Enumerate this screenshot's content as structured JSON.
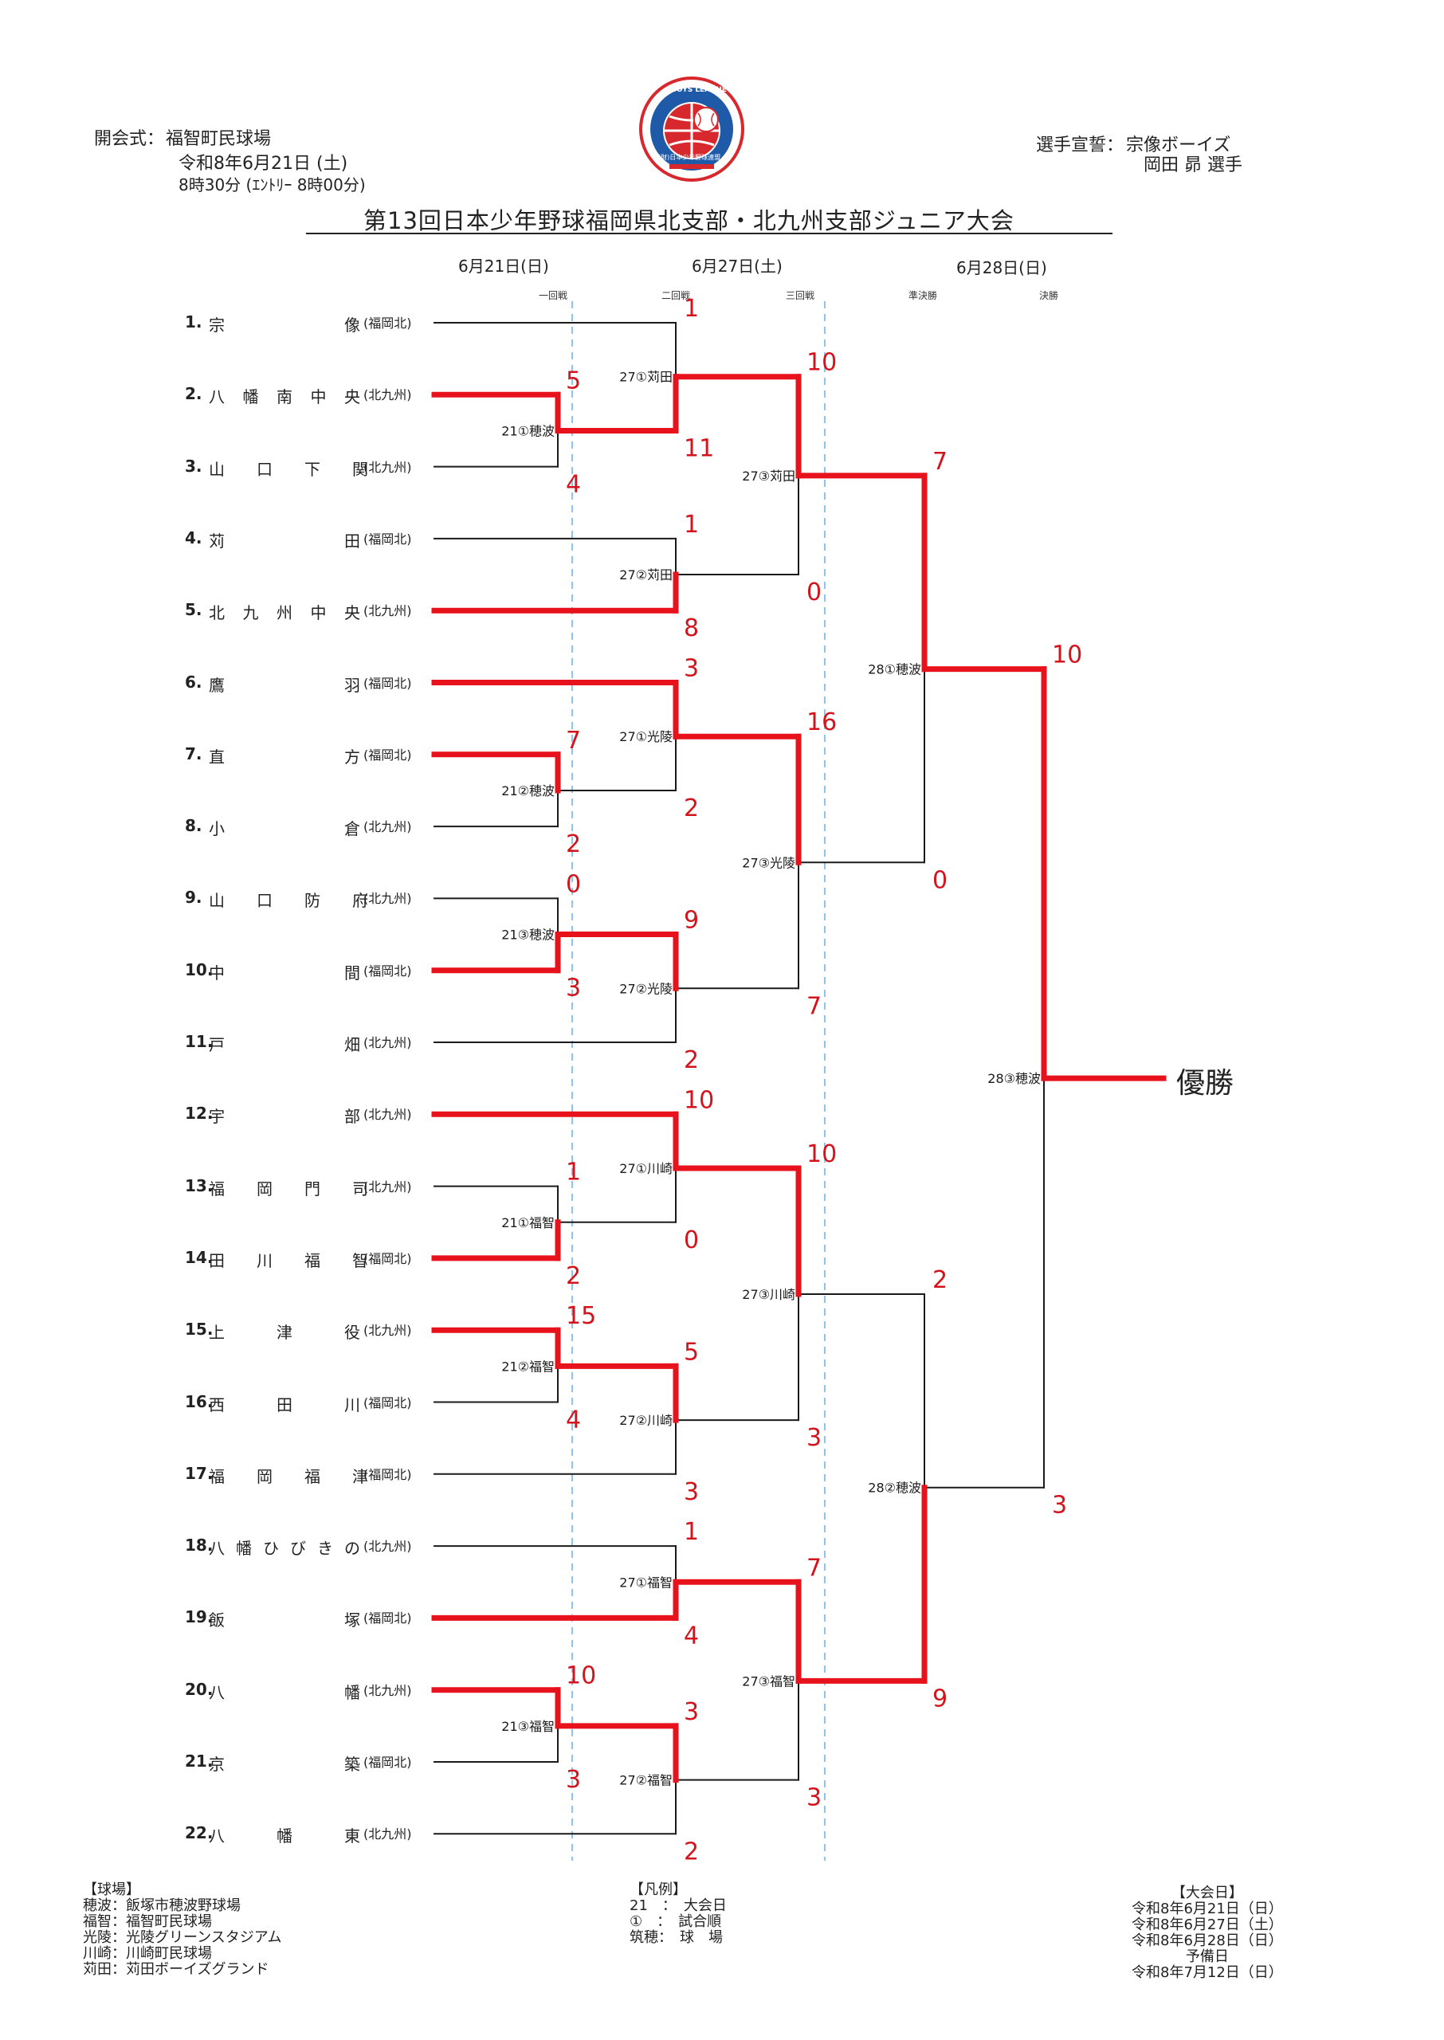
{
  "header": {
    "opening_label": "開会式：",
    "opening_venue": "福智町民球場",
    "opening_date": "令和8年6月21日 (土)",
    "opening_time": "8時30分  (ｴﾝﾄﾘｰ  8時00分)",
    "oath_label": "選手宣誓：",
    "oath_team": "宗像ボーイズ",
    "oath_player": "岡田    昴  選手",
    "title": "第13回日本少年野球福岡県北支部・北九州支部ジュニア大会",
    "logo_top_text": "BOYS LEAGUE",
    "logo_bottom_text": "(財)日本少年野球連盟"
  },
  "dates": [
    "6月21日(日)",
    "6月27日(土)",
    "6月28日(日)"
  ],
  "rounds": [
    "一回戦",
    "二回戦",
    "三回戦",
    "準決勝",
    "決勝"
  ],
  "teams": [
    {
      "no": "1.",
      "name": "宗　　　　　像",
      "region": "(福岡北)"
    },
    {
      "no": "2.",
      "name": "八　幡　南　中　央",
      "region": "(北九州)"
    },
    {
      "no": "3.",
      "name": "山　　口　　下　　関",
      "region": "(北九州)"
    },
    {
      "no": "4.",
      "name": "苅　　　　　田",
      "region": "(福岡北)"
    },
    {
      "no": "5.",
      "name": "北　九　州　中　央",
      "region": "(北九州)"
    },
    {
      "no": "6.",
      "name": "鷹　　　　　羽",
      "region": "(福岡北)"
    },
    {
      "no": "7.",
      "name": "直　　　　　方",
      "region": "(福岡北)"
    },
    {
      "no": "8.",
      "name": "小　　　　　倉",
      "region": "(北九州)"
    },
    {
      "no": "9.",
      "name": "山　　口　　防　　府",
      "region": "(北九州)"
    },
    {
      "no": "10.",
      "name": "中　　　　　間",
      "region": "(福岡北)"
    },
    {
      "no": "11.",
      "name": "戸　　　　　畑",
      "region": "(北九州)"
    },
    {
      "no": "12.",
      "name": "宇　　　　　部",
      "region": "(北九州)"
    },
    {
      "no": "13.",
      "name": "福　　岡　　門　　司",
      "region": "(北九州)"
    },
    {
      "no": "14.",
      "name": "田　　川　　福　　智",
      "region": "(福岡北)"
    },
    {
      "no": "15.",
      "name": "上　　　津　　　役",
      "region": "(北九州)"
    },
    {
      "no": "16.",
      "name": "西　　　田　　　川",
      "region": "(福岡北)"
    },
    {
      "no": "17.",
      "name": "福　　岡　　福　　津",
      "region": "(福岡北)"
    },
    {
      "no": "18.",
      "name": "八 幡 ひ び き の",
      "region": "(北九州)"
    },
    {
      "no": "19.",
      "name": "飯　　　　　塚",
      "region": "(福岡北)"
    },
    {
      "no": "20.",
      "name": "八　　　　　幡",
      "region": "(北九州)"
    },
    {
      "no": "21.",
      "name": "京　　　　　築",
      "region": "(福岡北)"
    },
    {
      "no": "22.",
      "name": "八　　幡　　東",
      "region": "(北九州)"
    }
  ],
  "matches": [
    {
      "id": "m1",
      "label": "21①穂波",
      "round": "一回戦",
      "entrants": [
        "八幡南中央",
        "山口下関"
      ],
      "scores": [
        "5",
        "4"
      ],
      "winner": "八幡南中央"
    },
    {
      "id": "m2",
      "label": "21②穂波",
      "round": "一回戦",
      "entrants": [
        "直方",
        "小倉"
      ],
      "scores": [
        "7",
        "2"
      ],
      "winner": "直方"
    },
    {
      "id": "m3",
      "label": "21③穂波",
      "round": "一回戦",
      "entrants": [
        "山口防府",
        "中間"
      ],
      "scores": [
        "0",
        "3"
      ],
      "winner": "中間"
    },
    {
      "id": "m4",
      "label": "21①福智",
      "round": "一回戦",
      "entrants": [
        "福岡門司",
        "田川福智"
      ],
      "scores": [
        "1",
        "2"
      ],
      "winner": "田川福智"
    },
    {
      "id": "m5",
      "label": "21②福智",
      "round": "一回戦",
      "entrants": [
        "上津役",
        "西田川"
      ],
      "scores": [
        "15",
        "4"
      ],
      "winner": "上津役"
    },
    {
      "id": "m6",
      "label": "21③福智",
      "round": "一回戦",
      "entrants": [
        "八幡",
        "京築"
      ],
      "scores": [
        "10",
        "3"
      ],
      "winner": "八幡"
    },
    {
      "id": "q1",
      "label": "27①苅田",
      "round": "二回戦",
      "entrants": [
        "宗像",
        "八幡南中央"
      ],
      "scores": [
        "1",
        "11"
      ],
      "winner": "八幡南中央"
    },
    {
      "id": "q2",
      "label": "27②苅田",
      "round": "二回戦",
      "entrants": [
        "苅田",
        "北九州中央"
      ],
      "scores": [
        "1",
        "8"
      ],
      "winner": "北九州中央"
    },
    {
      "id": "q3",
      "label": "27①光陵",
      "round": "二回戦",
      "entrants": [
        "鷹羽",
        "直方"
      ],
      "scores": [
        "3",
        "2"
      ],
      "winner": "鷹羽"
    },
    {
      "id": "q4",
      "label": "27②光陵",
      "round": "二回戦",
      "entrants": [
        "中間",
        "戸畑"
      ],
      "scores": [
        "9",
        "2"
      ],
      "winner": "中間"
    },
    {
      "id": "q5",
      "label": "27①川崎",
      "round": "二回戦",
      "entrants": [
        "宇部",
        "田川福智"
      ],
      "scores": [
        "10",
        "0"
      ],
      "winner": "宇部"
    },
    {
      "id": "q6",
      "label": "27②川崎",
      "round": "二回戦",
      "entrants": [
        "上津役",
        "福岡福津"
      ],
      "scores": [
        "5",
        "3"
      ],
      "winner": "上津役"
    },
    {
      "id": "q7",
      "label": "27①福智",
      "round": "二回戦",
      "entrants": [
        "八幡ひびきの",
        "飯塚"
      ],
      "scores": [
        "1",
        "4"
      ],
      "winner": "飯塚"
    },
    {
      "id": "q8",
      "label": "27②福智",
      "round": "二回戦",
      "entrants": [
        "八幡",
        "八幡東"
      ],
      "scores": [
        "3",
        "2"
      ],
      "winner": "八幡"
    },
    {
      "id": "r1",
      "label": "27③苅田",
      "round": "三回戦",
      "entrants": [
        "八幡南中央",
        "北九州中央"
      ],
      "scores": [
        "10",
        "0"
      ],
      "winner": "八幡南中央"
    },
    {
      "id": "r2",
      "label": "27③光陵",
      "round": "三回戦",
      "entrants": [
        "鷹羽",
        "中間"
      ],
      "scores": [
        "16",
        "7"
      ],
      "winner": "鷹羽"
    },
    {
      "id": "r3",
      "label": "27③川崎",
      "round": "三回戦",
      "entrants": [
        "宇部",
        "上津役"
      ],
      "scores": [
        "10",
        "3"
      ],
      "winner": "宇部"
    },
    {
      "id": "r4",
      "label": "27③福智",
      "round": "三回戦",
      "entrants": [
        "飯塚",
        "八幡"
      ],
      "scores": [
        "7",
        "3"
      ],
      "winner": "飯塚"
    },
    {
      "id": "s1",
      "label": "28①穂波",
      "round": "準決勝",
      "entrants": [
        "八幡南中央",
        "鷹羽"
      ],
      "scores": [
        "7",
        "0"
      ],
      "winner": "八幡南中央"
    },
    {
      "id": "s2",
      "label": "28②穂波",
      "round": "準決勝",
      "entrants": [
        "宇部",
        "飯塚"
      ],
      "scores": [
        "2",
        "9"
      ],
      "winner": "飯塚"
    },
    {
      "id": "f1",
      "label": "28③穂波",
      "round": "決勝",
      "entrants": [
        "八幡南中央",
        "飯塚"
      ],
      "scores": [
        "10",
        "3"
      ],
      "winner": "八幡南中央"
    }
  ],
  "champion_label": "優勝",
  "colors": {
    "line": "#1a1a1a",
    "winner": "#e8121c",
    "score": "#d4141c",
    "round_divider": "#8fc4e8",
    "logo_red": "#d7282e",
    "logo_blue": "#1f5aa8"
  },
  "footer": {
    "venues": {
      "heading": "【球場】",
      "items": [
        "穂波：飯塚市穂波野球場",
        "福智：福智町民球場",
        "光陵：光陵グリーンスタジアム",
        "川崎：川崎町民球場",
        "苅田：苅田ボーイズグランド"
      ]
    },
    "legend": {
      "heading": "【凡例】",
      "items": [
        "21　：　大会日",
        "①　：　試合順",
        "筑穂：　球　場"
      ]
    },
    "schedule": {
      "heading": "【大会日】",
      "items": [
        "令和8年6月21日（日）",
        "令和8年6月27日（土）",
        "令和8年6月28日（日）",
        "予備日",
        "令和8年7月12日（日）"
      ]
    }
  }
}
